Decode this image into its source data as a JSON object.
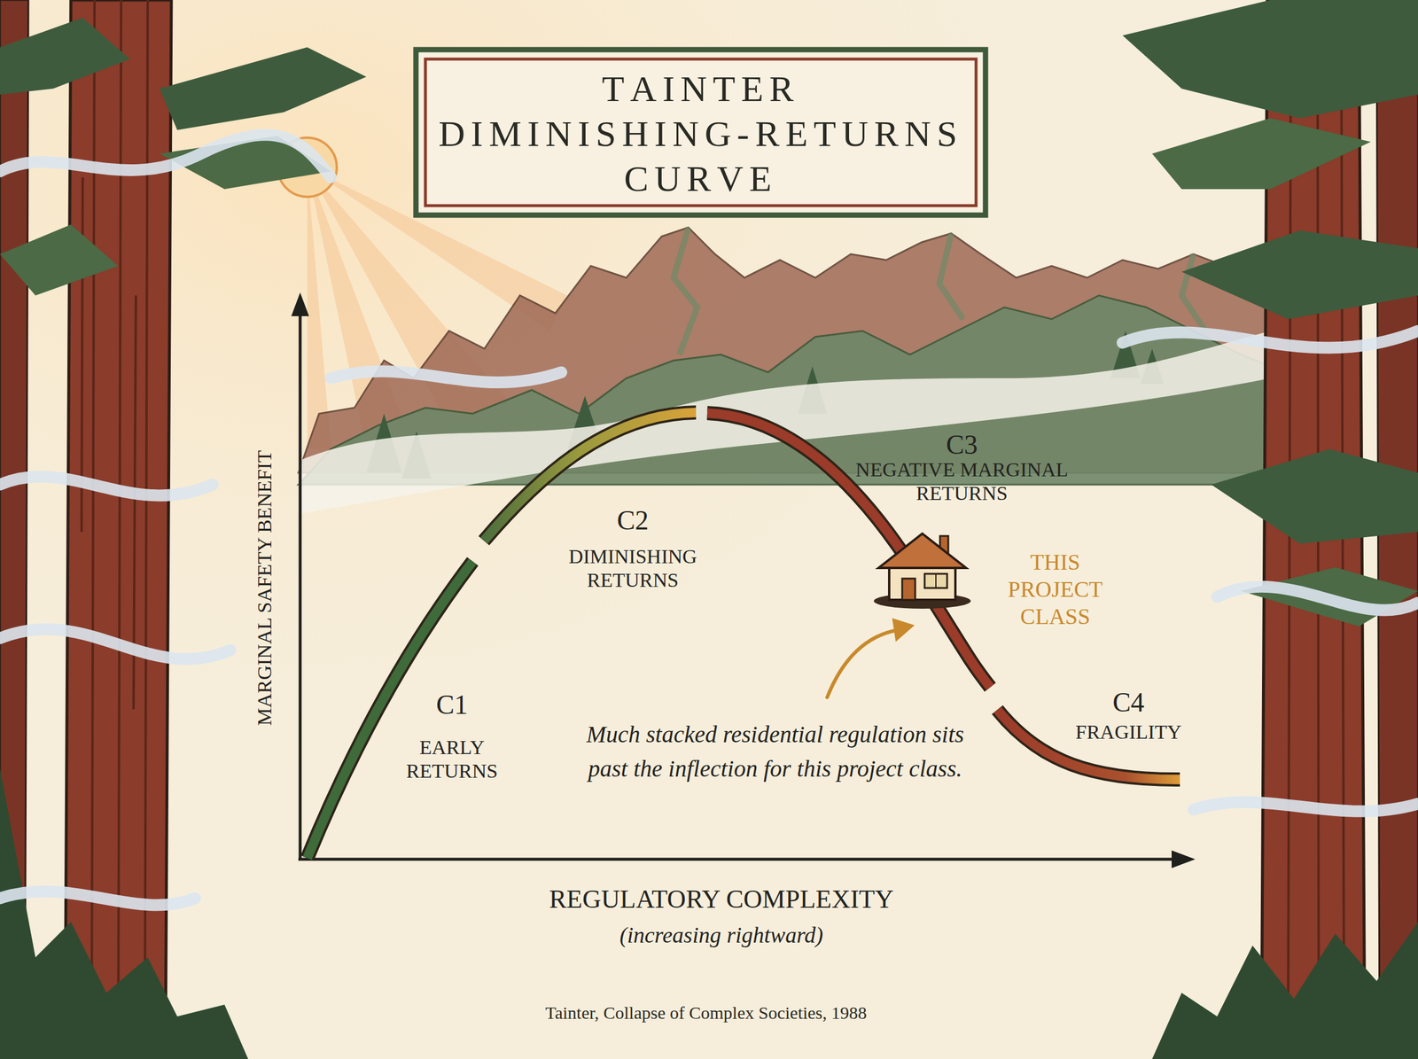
{
  "diagram": {
    "title": "TAINTER DIMINISHING-RETURNS CURVE",
    "caption": "Tainter, Collapse of Complex Societies, 1988",
    "labels": [
      "MARGINAL SAFETY BENEFIT",
      "C3",
      "NEGATIVE MARGINAL RETURNS",
      "C2",
      "DIMINISHING RETURNS",
      "THIS PROJECT CLASS",
      "C1",
      "EARLY RETURNS",
      "Much stacked residential regulation sits past the inflection for this project class.",
      "C4",
      "FRAGILITY",
      "REGULATORY COMPLEXITY",
      "(increasing rightward)"
    ]
  }
}
